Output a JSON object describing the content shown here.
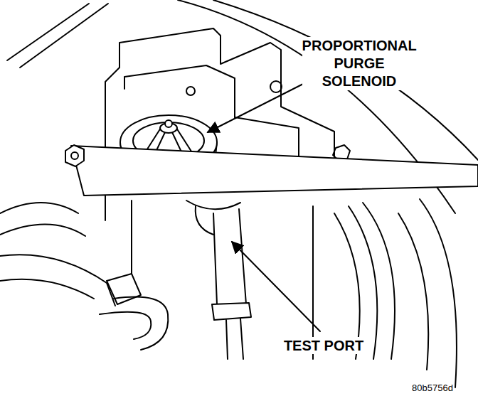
{
  "diagram": {
    "labels": [
      "PROPORTIONAL PURGE SOLENOID",
      "TEST PORT",
      "80b5756d"
    ]
  }
}
